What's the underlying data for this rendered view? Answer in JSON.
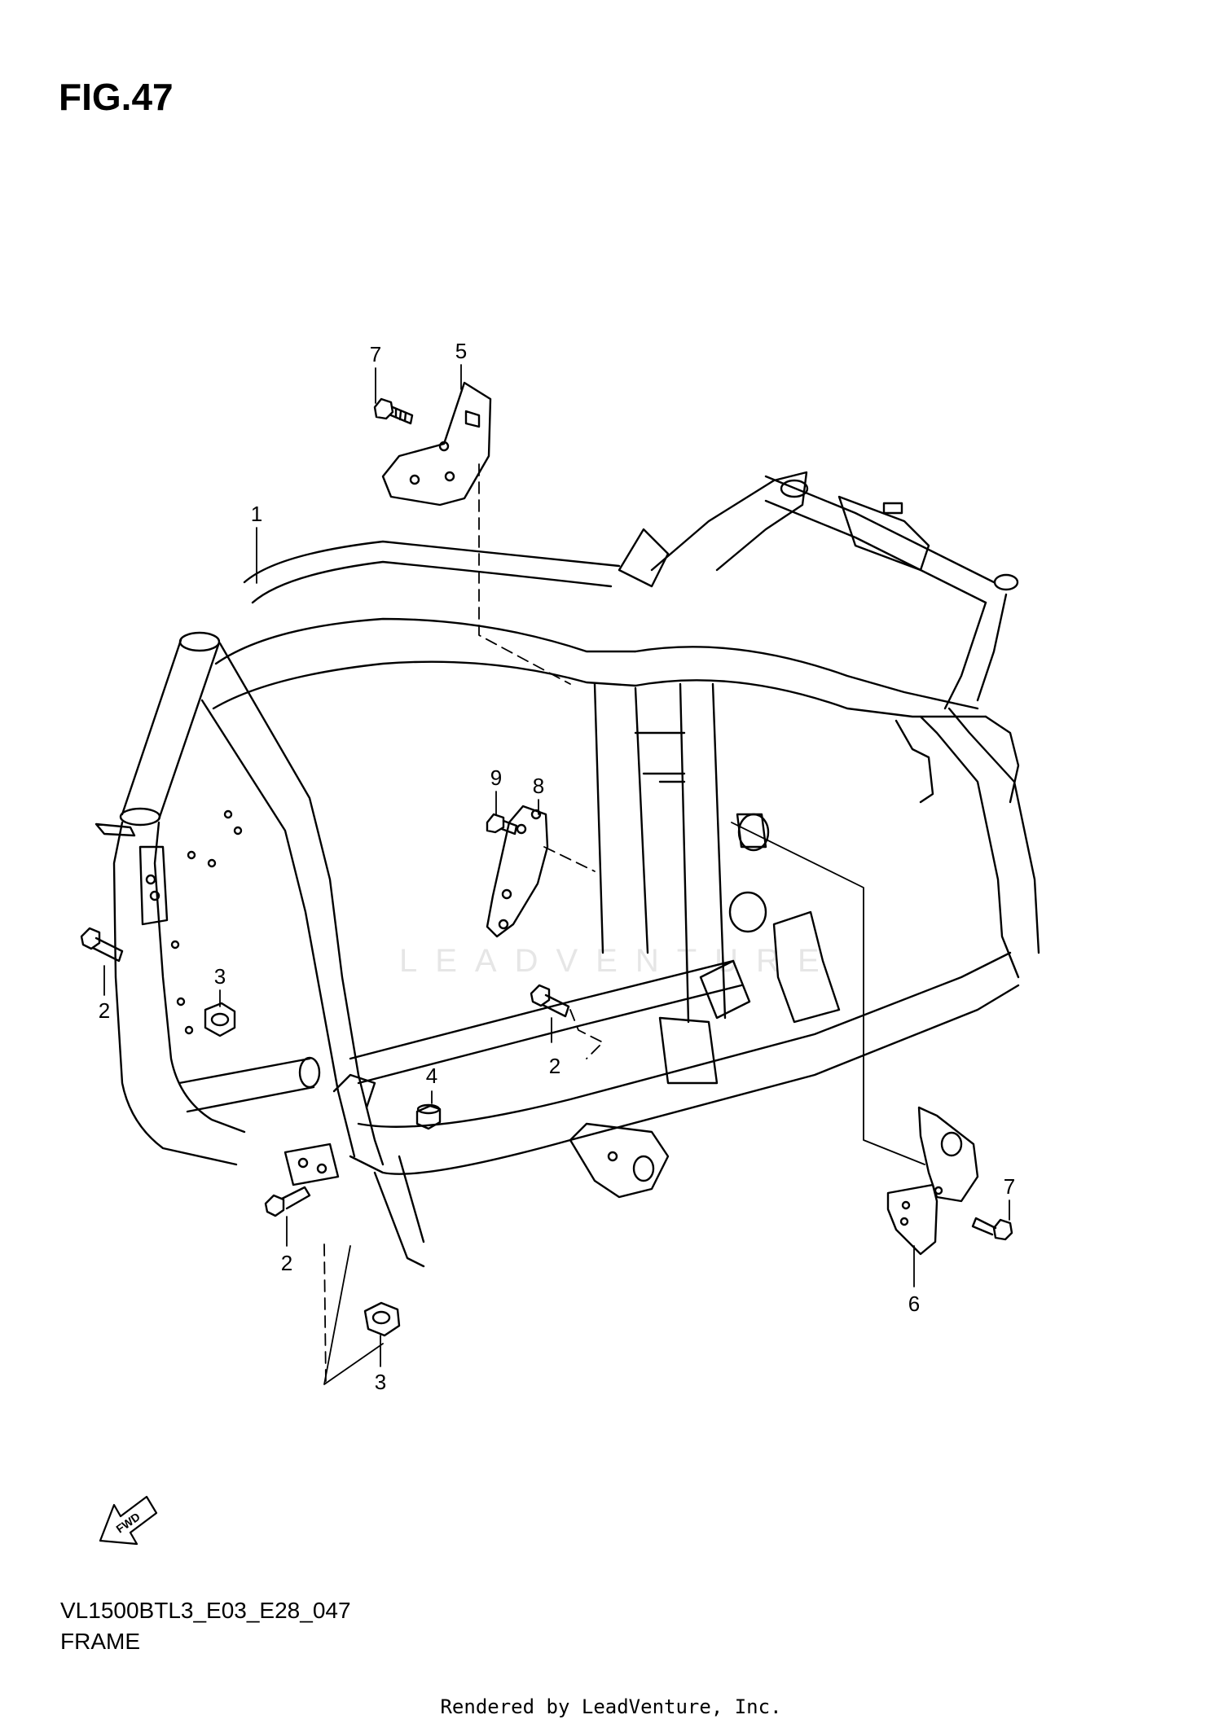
{
  "figure": {
    "title": "FIG.47"
  },
  "watermark": {
    "text": "LEADVENTURE"
  },
  "callouts": [
    "7",
    "5",
    "1",
    "9",
    "8",
    "3",
    "2",
    "2",
    "4",
    "2",
    "3",
    "7",
    "6"
  ],
  "direction_badge": {
    "label": "FWD"
  },
  "footer": {
    "model_code": "VL1500BTL3_E03_E28_047",
    "section_name": "FRAME",
    "rendered_by": "Rendered by LeadVenture, Inc."
  }
}
